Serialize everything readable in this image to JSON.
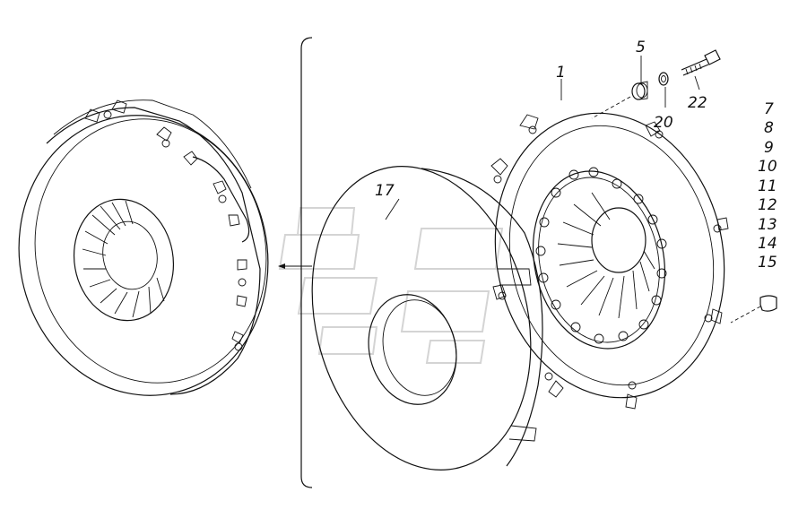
{
  "labels": {
    "part_1": "1",
    "part_5": "5",
    "part_20": "20",
    "part_22": "22",
    "part_17": "17",
    "part_7": "7",
    "part_8": "8",
    "part_9": "9",
    "part_10": "10",
    "part_11": "11",
    "part_12": "12",
    "part_13": "13",
    "part_14": "14",
    "part_15": "15"
  },
  "colors": {
    "line": "#111111",
    "background": "#ffffff",
    "watermark": "#d4d4d4"
  }
}
